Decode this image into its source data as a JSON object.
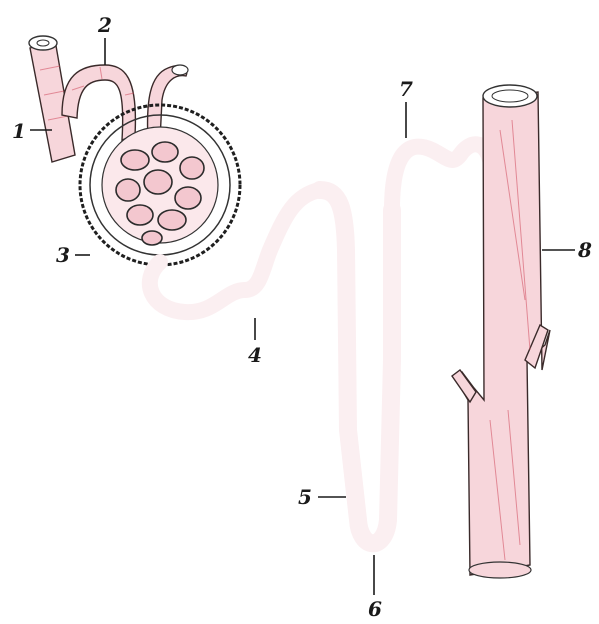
{
  "labels": [
    "1",
    "2",
    "3",
    "4",
    "5",
    "6",
    "7",
    "8"
  ],
  "colors": {
    "vessel_fill": "#f7d6db",
    "vessel_hatch": "#d04a5c",
    "outline": "#2a2a2a",
    "label": "#1a1a1a",
    "background": "#ffffff"
  }
}
